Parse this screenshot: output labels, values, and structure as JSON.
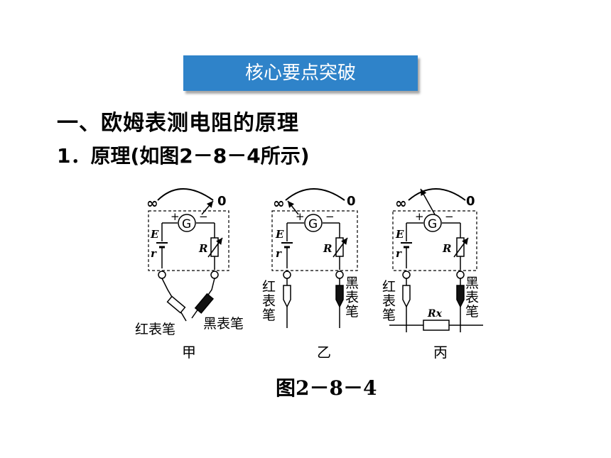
{
  "banner": {
    "title": "核心要点突破"
  },
  "section": {
    "heading": "一、欧姆表测电阻的原理",
    "subheading": "1．原理(如图2－8－4所示)"
  },
  "figure": {
    "caption": "图2－8－4",
    "scale_infinity": "∞",
    "scale_zero": "0",
    "plus": "+",
    "minus": "−",
    "galvanometer": "G",
    "emf": "E",
    "internal_r": "r",
    "rheostat": "R",
    "red_probe_h": "红表笔",
    "black_probe_h": "黑表笔",
    "red_probe_v": [
      "红",
      "表",
      "笔"
    ],
    "black_probe_v": [
      "黑",
      "表",
      "笔"
    ],
    "rx": "Rx",
    "panels": [
      {
        "label": "甲"
      },
      {
        "label": "乙"
      },
      {
        "label": "丙"
      }
    ]
  }
}
